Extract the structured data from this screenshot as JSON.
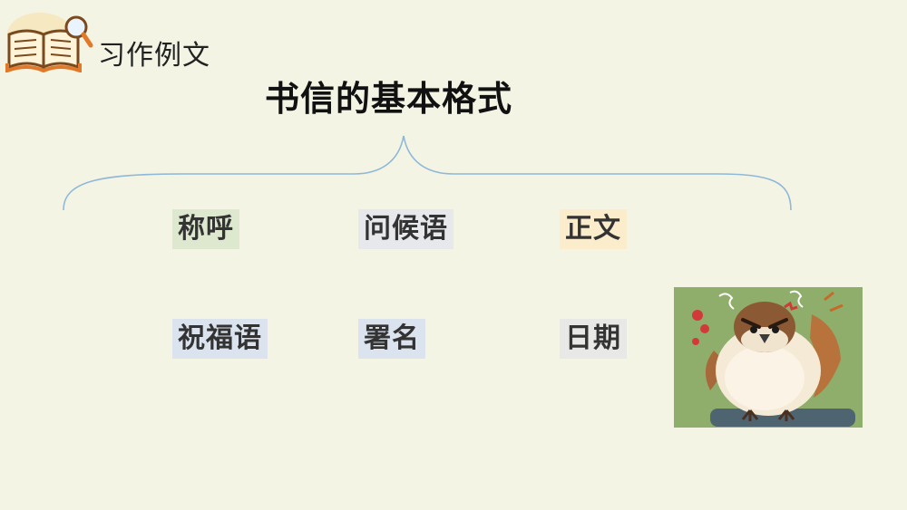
{
  "header": {
    "section_label": "习作例文",
    "icon": "book-magnifier-icon"
  },
  "title": "书信的基本格式",
  "format_parts": [
    {
      "label": "称呼",
      "color": "#dde8cf"
    },
    {
      "label": "问候语",
      "color": "#e6e8ec"
    },
    {
      "label": "正文",
      "color": "#fbedcc"
    },
    {
      "label": "祝福语",
      "color": "#dbe3ee"
    },
    {
      "label": "署名",
      "color": "#dbe3ee"
    },
    {
      "label": "日期",
      "color": "#e8e8e6"
    }
  ],
  "colors": {
    "background": "#f3f4e4",
    "brace": "#8fb8d8",
    "picture_bg": "#8fae6c"
  },
  "illustration": "angry-sparrow-illustration"
}
